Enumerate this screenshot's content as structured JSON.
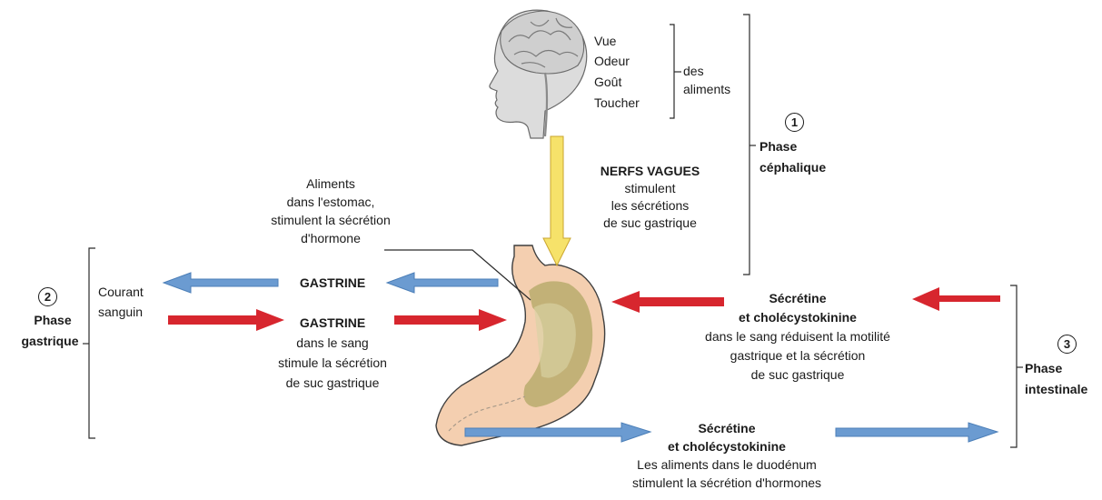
{
  "colors": {
    "blue_arrow": "#6b9bd1",
    "red_arrow": "#d7262e",
    "yellow_arrow": "#f6e26a",
    "stomach_outer": "#f4cfb0",
    "stomach_content": "#b7a96a",
    "head_shade": "#d9d9d9"
  },
  "senses": [
    "Vue",
    "Odeur",
    "Goût",
    "Toucher"
  ],
  "senses_suffix": [
    "des",
    "aliments"
  ],
  "phase1": {
    "number": "1",
    "label": [
      "Phase",
      "céphalique"
    ]
  },
  "phase2": {
    "number": "2",
    "label": [
      "Phase",
      "gastrique"
    ]
  },
  "phase3": {
    "number": "3",
    "label": [
      "Phase",
      "intestinale"
    ]
  },
  "vagus": {
    "title": "NERFS VAGUES",
    "lines": [
      "stimulent",
      "les sécrétions",
      "de suc gastrique"
    ]
  },
  "food_stomach": [
    "Aliments",
    "dans l'estomac,",
    "stimulent la sécrétion",
    "d'hormone"
  ],
  "blood": [
    "Courant",
    "sanguin"
  ],
  "gastrin_top": "GASTRINE",
  "gastrin_mid": {
    "title": "GASTRINE",
    "lines": [
      "dans le sang",
      "stimule la sécrétion",
      "de suc gastrique"
    ]
  },
  "secretin_right": {
    "title": [
      "Sécrétine",
      "et cholécystokinine"
    ],
    "lines": [
      "dans le sang réduisent la motilité",
      "gastrique et la sécrétion",
      "de suc gastrique"
    ]
  },
  "secretin_bottom": {
    "title": [
      "Sécrétine",
      "et cholécystokinine"
    ],
    "lines": [
      "Les aliments dans le duodénum",
      "stimulent la sécrétion d'hormones"
    ]
  }
}
